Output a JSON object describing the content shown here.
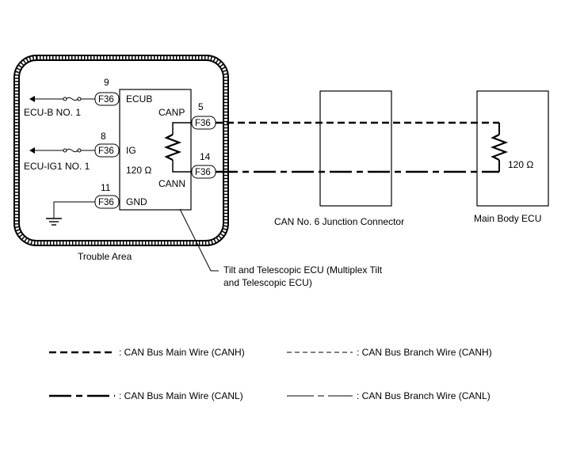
{
  "trouble_area": {
    "label": "Trouble Area"
  },
  "ecu_b": {
    "label": "ECU-B NO. 1",
    "pin": "9",
    "connector": "F36",
    "terminal": "ECUB"
  },
  "ecu_ig1": {
    "label": "ECU-IG1 NO. 1",
    "pin": "8",
    "connector": "F36",
    "terminal": "IG"
  },
  "ground": {
    "pin": "11",
    "connector": "F36",
    "terminal": "GND"
  },
  "canp": {
    "pin": "5",
    "connector": "F36",
    "terminal": "CANP"
  },
  "cann": {
    "pin": "14",
    "connector": "F36",
    "terminal": "CANN"
  },
  "tilt_ecu": {
    "resistance": "120 Ω",
    "callout_line1": "Tilt and Telescopic ECU (Multiplex Tilt",
    "callout_line2": "and Telescopic ECU)"
  },
  "junction": {
    "label": "CAN No. 6 Junction Connector"
  },
  "main_body_ecu": {
    "label": "Main Body ECU",
    "resistance": "120 Ω"
  },
  "legend": {
    "main_canh": ": CAN Bus Main Wire (CANH)",
    "branch_canh": ": CAN Bus Branch Wire (CANH)",
    "main_canl": ": CAN Bus Main Wire (CANL)",
    "branch_canl": ": CAN Bus Branch Wire (CANL)"
  }
}
